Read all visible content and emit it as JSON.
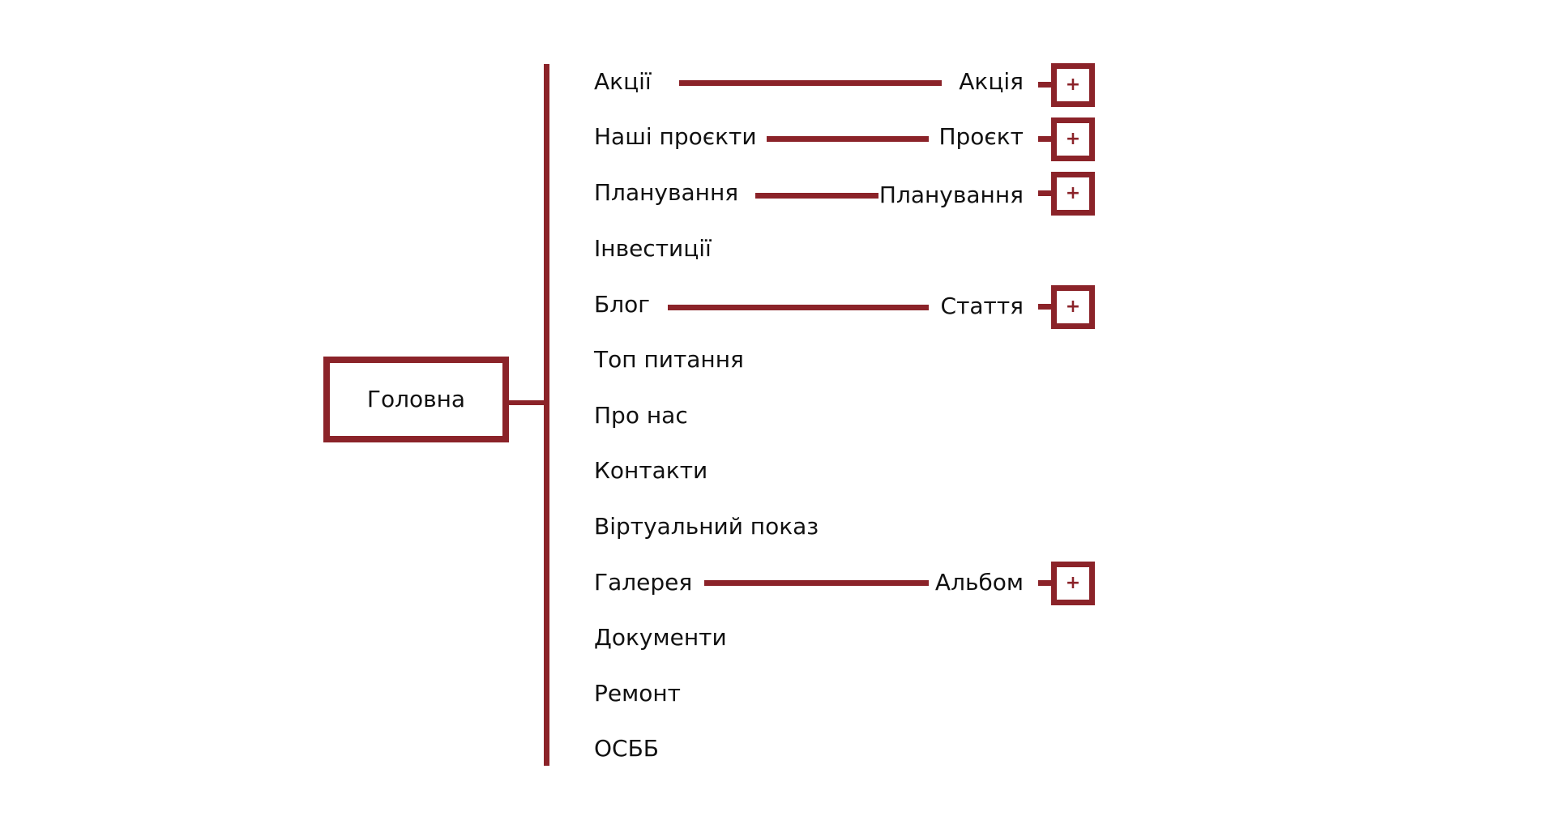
{
  "colors": {
    "accent": "#8b2329",
    "text": "#111111",
    "background": "#ffffff"
  },
  "root": {
    "label": "Головна"
  },
  "plus_symbol": "+",
  "items": [
    {
      "label": "Акції",
      "child": "Акція"
    },
    {
      "label": "Наші проєкти",
      "child": "Проєкт"
    },
    {
      "label": "Планування",
      "child": "Планування"
    },
    {
      "label": "Інвестиції"
    },
    {
      "label": "Блог",
      "child": "Стаття"
    },
    {
      "label": "Топ питання"
    },
    {
      "label": "Про нас"
    },
    {
      "label": "Контакти"
    },
    {
      "label": "Віртуальний показ"
    },
    {
      "label": "Галерея",
      "child": "Альбом"
    },
    {
      "label": "Документи"
    },
    {
      "label": "Ремонт"
    },
    {
      "label": "ОСББ"
    }
  ]
}
